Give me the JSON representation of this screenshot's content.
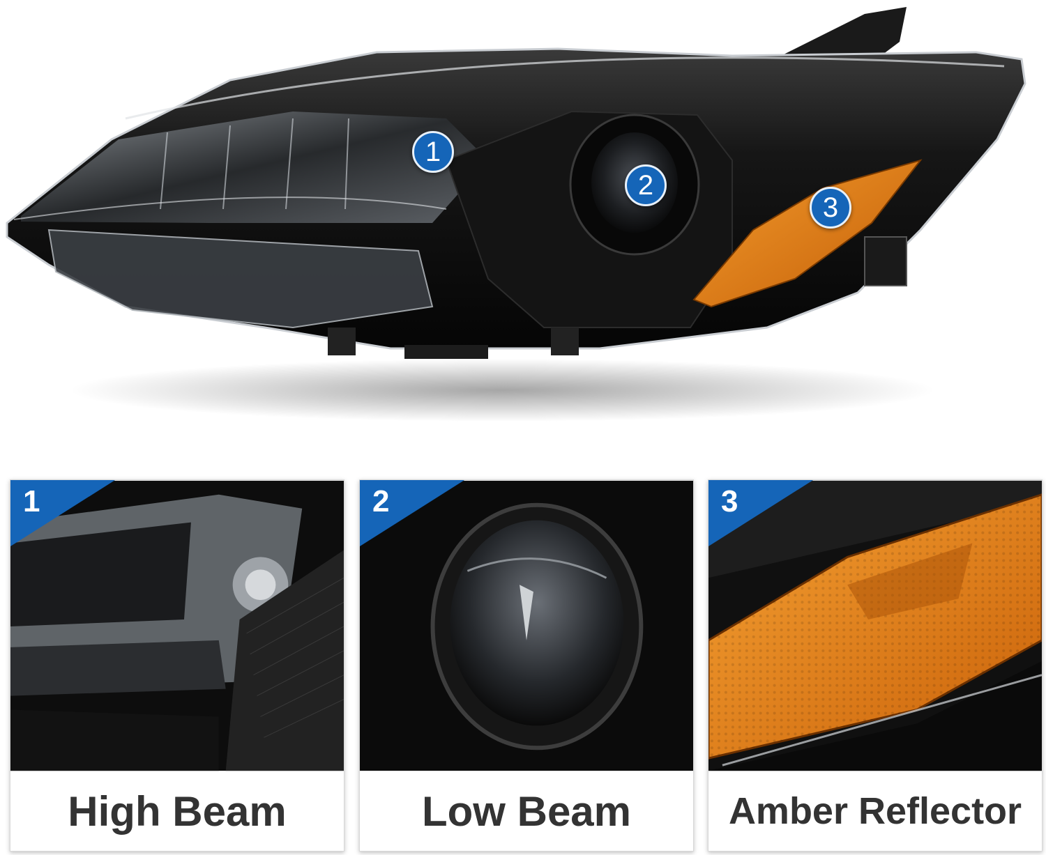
{
  "hero": {
    "markers": [
      {
        "num": "1"
      },
      {
        "num": "2"
      },
      {
        "num": "3"
      }
    ]
  },
  "panels": [
    {
      "num": "1",
      "caption": "High Beam"
    },
    {
      "num": "2",
      "caption": "Low Beam"
    },
    {
      "num": "3",
      "caption": "Amber Reflector"
    }
  ],
  "colors": {
    "badge_blue": "#1565b8",
    "amber": "#e07a10",
    "housing_black": "#111111",
    "caption_text": "#333333"
  }
}
